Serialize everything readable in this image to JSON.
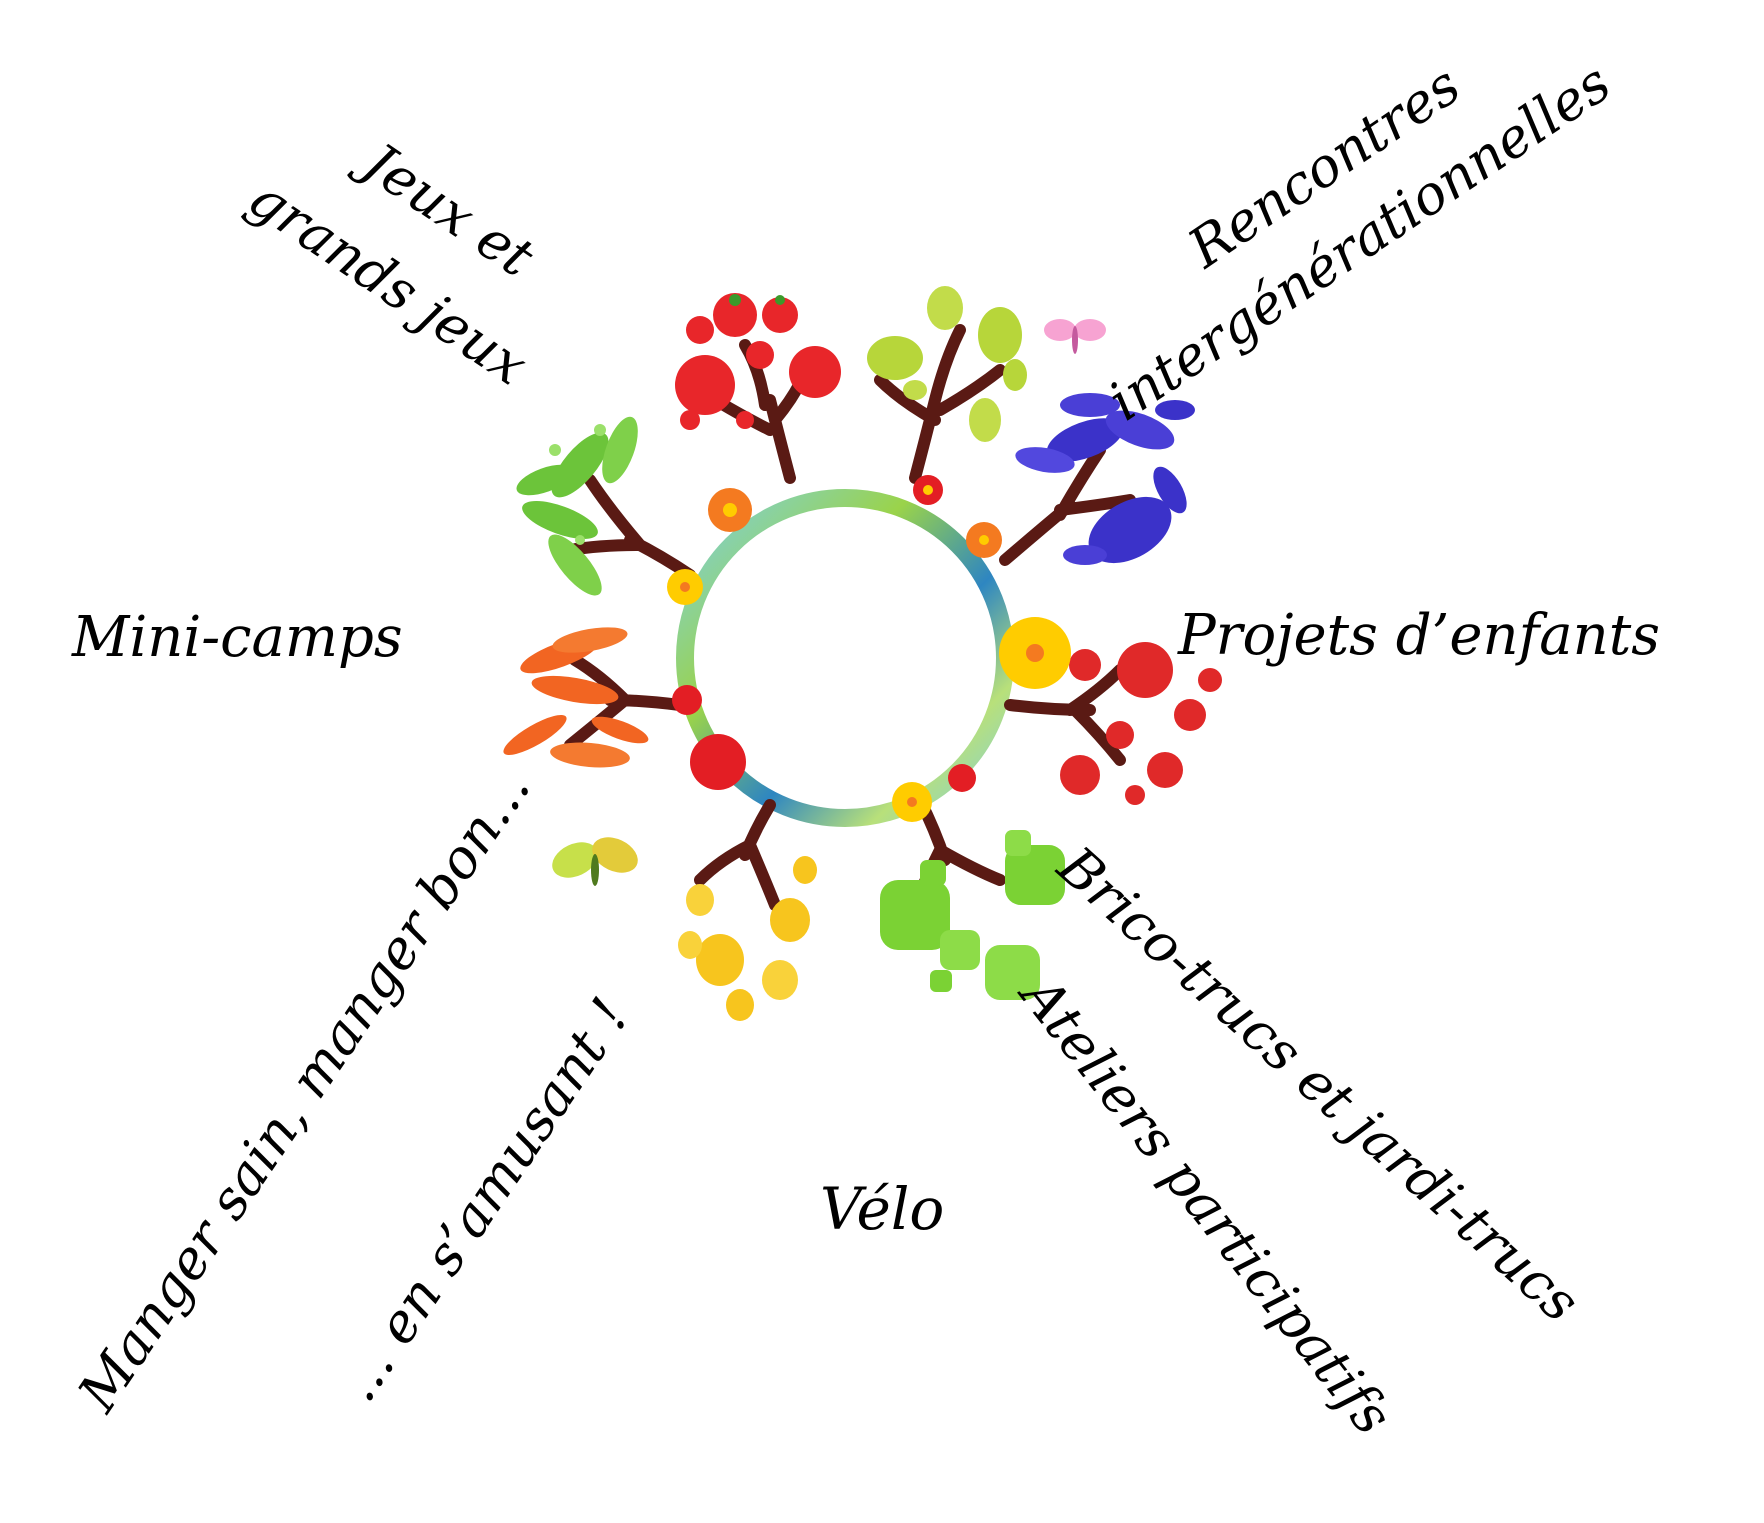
{
  "activities": {
    "jeux": "Jeux et grands jeux",
    "jeux_line1": "Jeux et",
    "jeux_line2": "grands jeux",
    "rencontres_line1": "Rencontres",
    "rencontres_line2": "intergénérationnelles",
    "minicamps": "Mini-camps",
    "projets": "Projets d’enfants",
    "manger_line1": "Manger sain, manger bon...",
    "manger_line2": "... en s’amusant !",
    "velo": "Vélo",
    "brico": "Brico-trucs et jardi-trucs",
    "ateliers": "Ateliers participatifs"
  },
  "trees": [
    {
      "name": "tomato",
      "color": "#e8262a"
    },
    {
      "name": "pear",
      "color": "#b7d63a"
    },
    {
      "name": "eggplant",
      "color": "#3b32c9"
    },
    {
      "name": "pea-pod",
      "color": "#6cc43a"
    },
    {
      "name": "carrot",
      "color": "#f26522"
    },
    {
      "name": "pepper",
      "color": "#e02929"
    },
    {
      "name": "yellow-pepper",
      "color": "#f7c51e"
    },
    {
      "name": "apple",
      "color": "#7bd234"
    }
  ],
  "colors": {
    "trunk": "#5a1a14",
    "ring_a": "#7ed0e3",
    "ring_b": "#9ad34a",
    "ring_c": "#2e86c1",
    "flower_red": "#e31e24",
    "flower_orange": "#f47a20",
    "flower_yellow": "#ffcc00"
  }
}
